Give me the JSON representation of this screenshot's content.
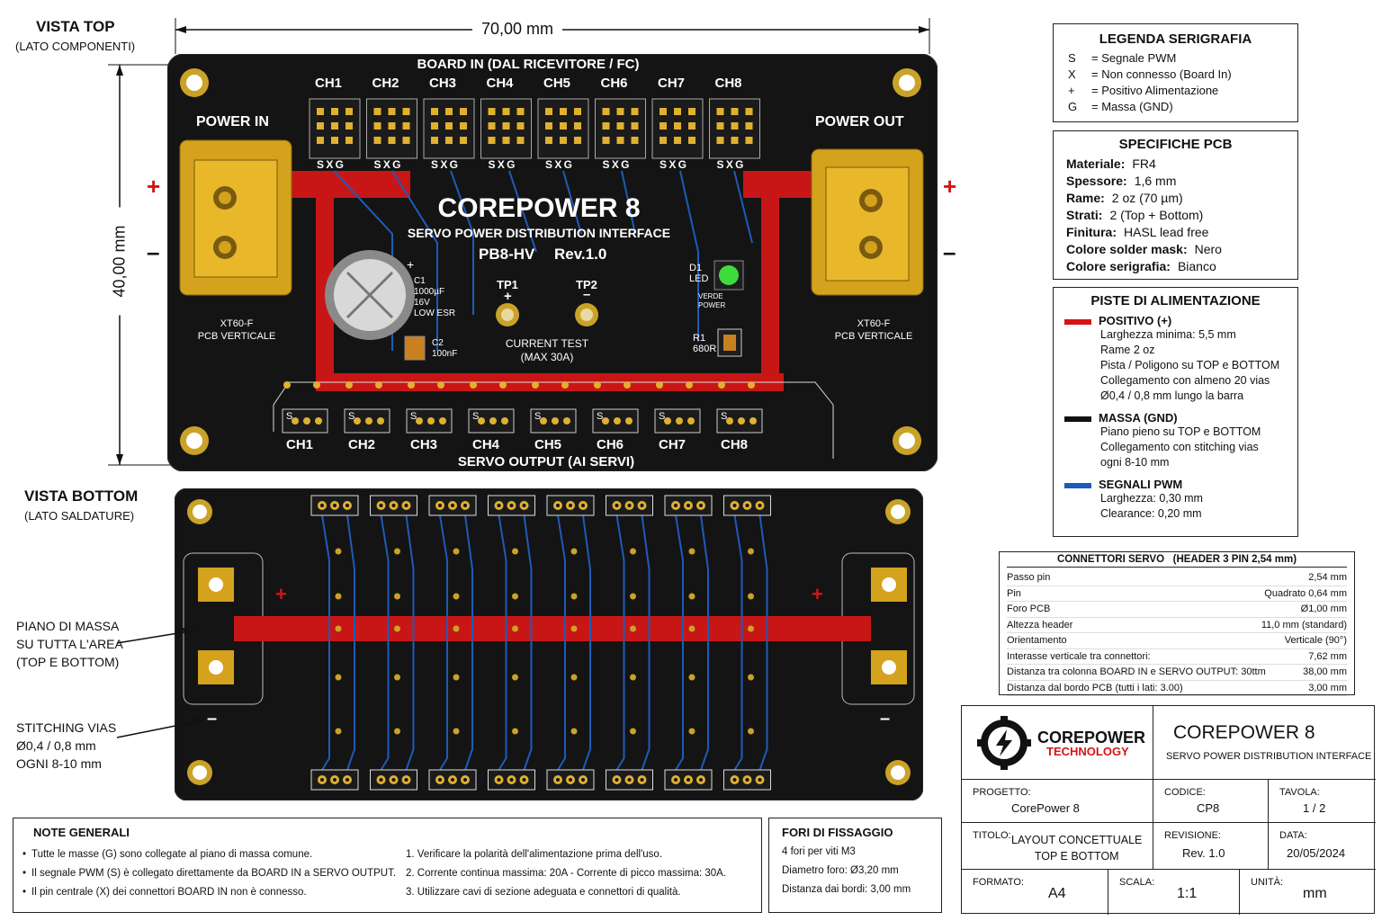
{
  "views": {
    "top_title": "VISTA TOP",
    "top_sub": "(LATO COMPONENTI)",
    "bottom_title": "VISTA BOTTOM",
    "bottom_sub": "(LATO SALDATURE)"
  },
  "dims": {
    "width": "70,00 mm",
    "height": "40,00 mm"
  },
  "top_board": {
    "board_in": "BOARD IN (DAL RICEVITORE / FC)",
    "channels": [
      "CH1",
      "CH2",
      "CH3",
      "CH4",
      "CH5",
      "CH6",
      "CH7",
      "CH8"
    ],
    "sxg": "S X G",
    "power_in": "POWER IN",
    "power_out": "POWER OUT",
    "plus": "+",
    "minus": "–",
    "title": "COREPOWER 8",
    "subtitle": "SERVO POWER DISTRIBUTION INTERFACE",
    "model": "PB8-HV",
    "rev": "Rev.1.0",
    "c1": [
      "C1",
      "1000µF",
      "16V",
      "LOW ESR"
    ],
    "c2": [
      "C2",
      "100nF"
    ],
    "tp1": "TP1",
    "tp2": "TP2",
    "current_test": "CURRENT TEST",
    "max": "(MAX 30A)",
    "d1": [
      "D1",
      "LED"
    ],
    "led_text": [
      "VERDE",
      "POWER"
    ],
    "r1": [
      "R1",
      "680R"
    ],
    "xt60_in": [
      "XT60-F",
      "PCB VERTICALE"
    ],
    "xt60_out": [
      "XT60-F",
      "PCB VERTICALE"
    ],
    "servo_output": "SERVO OUTPUT (AI SERVI)",
    "s_label": "S"
  },
  "bottom_board": {
    "piano_massa": [
      "PIANO DI MASSA",
      "SU TUTTA L'AREA",
      "(TOP E BOTTOM)"
    ],
    "stitching": [
      "STITCHING VIAS",
      "Ø0,4 / 0,8 mm",
      "OGNI 8-10 mm"
    ]
  },
  "legenda": {
    "title": "LEGENDA SERIGRAFIA",
    "rows": [
      {
        "k": "S",
        "v": "=  Segnale PWM"
      },
      {
        "k": "X",
        "v": "=  Non connesso (Board In)"
      },
      {
        "k": "+",
        "v": "=  Positivo Alimentazione"
      },
      {
        "k": "G",
        "v": "=  Massa (GND)"
      }
    ]
  },
  "specifiche": {
    "title": "SPECIFICHE PCB",
    "rows": [
      {
        "k": "Materiale:",
        "v": "FR4"
      },
      {
        "k": "Spessore:",
        "v": "1,6 mm"
      },
      {
        "k": "Rame:",
        "v": "2 oz (70 µm)"
      },
      {
        "k": "Strati:",
        "v": "2 (Top + Bottom)"
      },
      {
        "k": "Finitura:",
        "v": "HASL lead free"
      },
      {
        "k": "Colore solder mask:",
        "v": "Nero"
      },
      {
        "k": "Colore serigrafia:",
        "v": "Bianco"
      }
    ]
  },
  "piste": {
    "title": "PISTE DI ALIMENTAZIONE",
    "groups": [
      {
        "title": "POSITIVO (+)",
        "color": "#d41414",
        "lines": [
          "Larghezza minima: 5,5 mm",
          "Rame 2 oz",
          "Pista / Poligono su TOP e BOTTOM",
          "Collegamento con almeno 20 vias",
          "Ø0,4 / 0,8 mm lungo la barra"
        ]
      },
      {
        "title": "MASSA (GND)",
        "color": "#111111",
        "lines": [
          "Piano pieno su TOP e BOTTOM",
          "Collegamento con stitching vias",
          "ogni 8-10 mm"
        ]
      },
      {
        "title": "SEGNALI PWM",
        "color": "#1e5bb8",
        "lines": [
          "Larghezza: 0,30 mm",
          "Clearance: 0,20 mm"
        ]
      }
    ]
  },
  "connettori": {
    "title": "CONNETTORI SERVO   (HEADER 3 PIN 2,54 mm)",
    "rows": [
      {
        "k": "Passo pin",
        "v": "2,54 mm"
      },
      {
        "k": "Pin",
        "v": "Quadrato 0,64 mm"
      },
      {
        "k": "Foro PCB",
        "v": "Ø1,00 mm"
      },
      {
        "k": "Altezza header",
        "v": "11,0 mm (standard)"
      },
      {
        "k": "Orientamento",
        "v": "Verticale (90°)"
      },
      {
        "k": "Interasse verticale tra connettori:",
        "v": "7,62 mm"
      },
      {
        "k": "Distanza tra colonna BOARD IN e SERVO OUTPUT: 30ttm",
        "v": "38,00 mm"
      },
      {
        "k": "Distanza dal bordo PCB (tutti i lati: 3.00)",
        "v": "3,00 mm"
      }
    ]
  },
  "titleblock": {
    "logo_top": "COREPOWER",
    "logo_bottom": "TECHNOLOGY",
    "title": "COREPOWER 8",
    "subtitle": "SERVO POWER DISTRIBUTION INTERFACE",
    "progetto_lbl": "PROGETTO:",
    "progetto": "CorePower 8",
    "codice_lbl": "CODICE:",
    "codice": "CP8",
    "tavola_lbl": "TAVOLA:",
    "tavola": "1 / 2",
    "titolo_lbl": "TITOLO:",
    "titolo": [
      "LAYOUT CONCETTUALE",
      "TOP E BOTTOM"
    ],
    "revisione_lbl": "REVISIONE:",
    "revisione": "Rev. 1.0",
    "data_lbl": "DATA:",
    "data": "20/05/2024",
    "formato_lbl": "FORMATO:",
    "formato": "A4",
    "scala_lbl": "SCALA:",
    "scala": "1:1",
    "unita_lbl": "UNITÀ:",
    "unita": "mm"
  },
  "note": {
    "title": "NOTE GENERALI",
    "left": [
      "Tutte le masse (G) sono collegate al piano di massa comune.",
      "Il segnale PWM (S) è collegato direttamente da BOARD IN a SERVO OUTPUT.",
      "Il pin centrale (X) dei connettori BOARD IN non è connesso."
    ],
    "right": [
      "1.  Verificare la polarità dell'alimentazione prima dell'uso.",
      "2.  Corrente continua massima: 20A - Corrente di picco massima: 30A.",
      "3.  Utilizzare cavi di sezione adeguata e connettori di qualità."
    ]
  },
  "fori": {
    "title": "FORI DI FISSAGGIO",
    "lines": [
      "4 fori per viti M3",
      "Diametro foro: Ø3,20 mm",
      "Distanza dai bordi: 3,00 mm"
    ]
  }
}
